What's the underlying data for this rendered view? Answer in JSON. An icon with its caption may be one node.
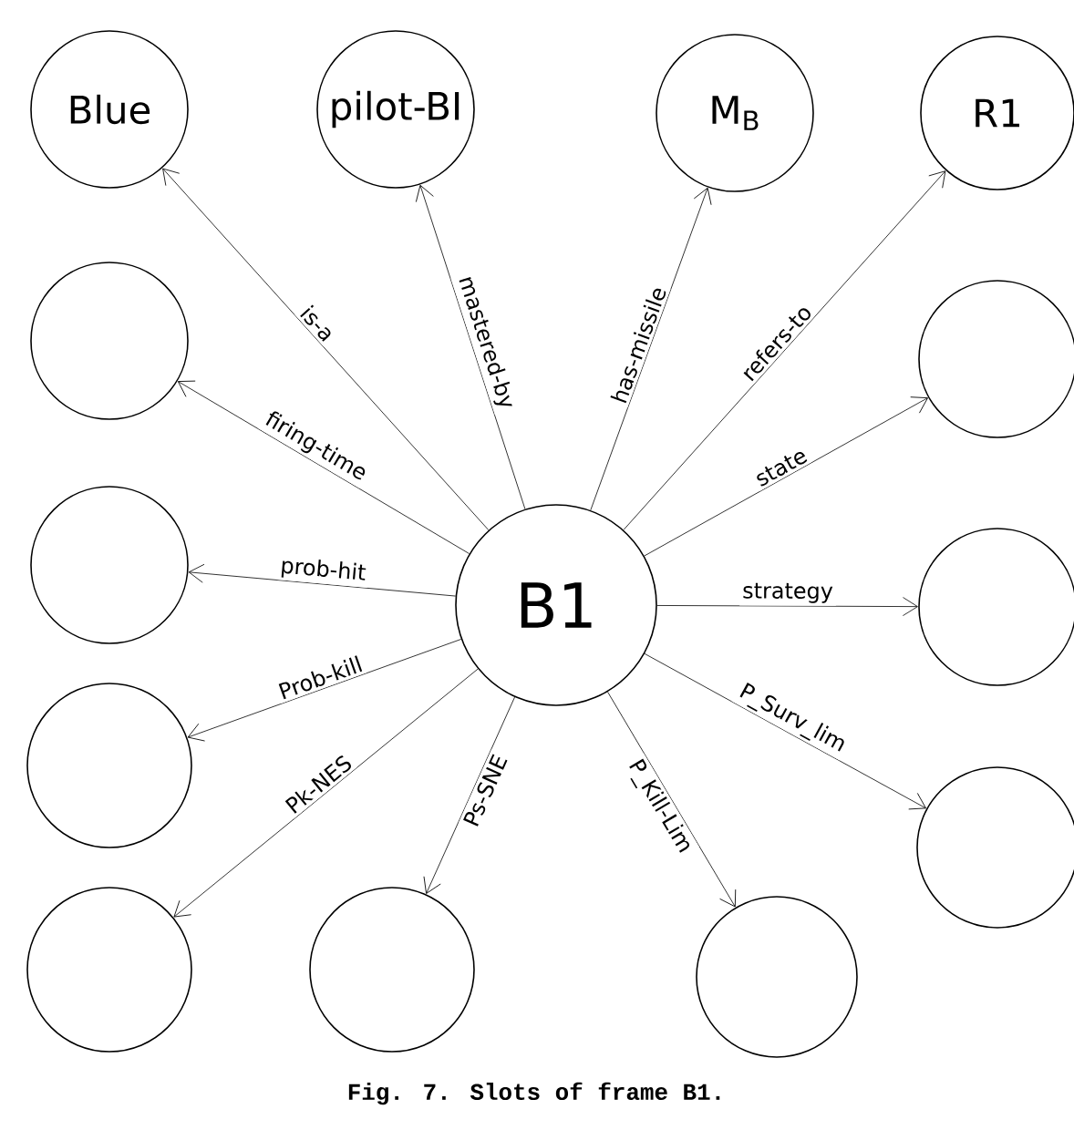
{
  "diagram": {
    "caption": "Fig. 7. Slots of frame B1.",
    "nodes": [
      {
        "text": [
          "Blue"
        ]
      },
      {
        "text": [
          "pilot-BI"
        ]
      },
      {
        "text": [
          "M$_{B}$"
        ]
      },
      {
        "text": [
          "R1"
        ]
      },
      {
        "text": [],
        "shape": "circle"
      },
      {
        "text": [],
        "shape": "circle"
      },
      {
        "text": [],
        "shape": "circle"
      },
      {
        "text": [
          "B1"
        ]
      },
      {
        "text": [],
        "shape": "circle"
      },
      {
        "text": [],
        "shape": "circle"
      },
      {
        "text": [],
        "shape": "circle"
      },
      {
        "text": [],
        "shape": "circle"
      },
      {
        "text": [],
        "shape": "circle"
      },
      {
        "text": [],
        "shape": "circle"
      }
    ],
    "edges": [
      {
        "from": 7,
        "to": 0,
        "arrow": "to",
        "label": "is-a"
      },
      {
        "from": 7,
        "to": 1,
        "arrow": "to",
        "label": "mastered-by"
      },
      {
        "from": 7,
        "to": 2,
        "arrow": "to",
        "label": "has-missile"
      },
      {
        "from": 7,
        "to": 3,
        "arrow": "to",
        "label": "refers-to"
      },
      {
        "from": 7,
        "to": 4,
        "arrow": "to",
        "label": "firing-time"
      },
      {
        "from": 7,
        "to": 5,
        "arrow": "to",
        "label": "state"
      },
      {
        "from": 7,
        "to": 6,
        "arrow": "to",
        "label": "prob-hit"
      },
      {
        "from": 7,
        "to": 8,
        "arrow": "to",
        "label": "strategy"
      },
      {
        "from": 7,
        "to": 9,
        "arrow": "to",
        "label": "Prob-kill"
      },
      {
        "from": 7,
        "to": 10,
        "arrow": "to",
        "label": "P_Surv_lim"
      },
      {
        "from": 7,
        "to": 11,
        "arrow": "to",
        "label": "Pk-NES"
      },
      {
        "from": 7,
        "to": 12,
        "arrow": "to",
        "label": "Ps-SNE"
      },
      {
        "from": 7,
        "to": 13,
        "arrow": "to",
        "label": "P_Kill-Lim"
      }
    ]
  }
}
